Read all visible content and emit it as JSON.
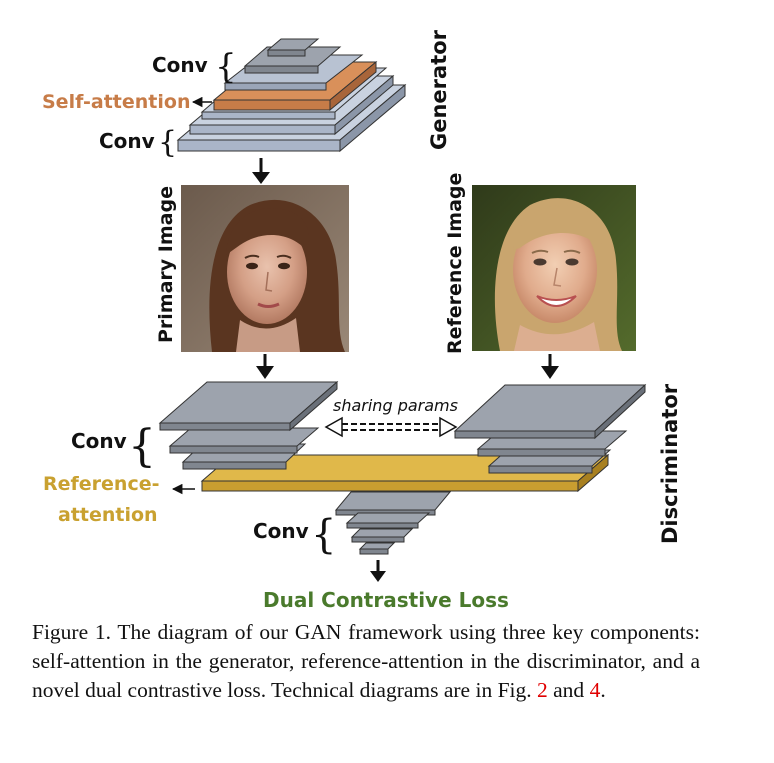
{
  "generator": {
    "conv_top": "Conv",
    "self_attention": "Self-attention",
    "conv_bottom": "Conv",
    "title": "Generator",
    "self_attention_color": "#c77c48"
  },
  "primary_image": {
    "label": "Primary Image"
  },
  "reference_image": {
    "label": "Reference Image"
  },
  "discriminator": {
    "conv_left": "Conv",
    "reference_attention_line1": "Reference-",
    "reference_attention_line2": "attention",
    "conv_bottom": "Conv",
    "title": "Discriminator",
    "sharing": "sharing params",
    "reference_attention_color": "#d4a838"
  },
  "loss": {
    "label": "Dual Contrastive Loss",
    "color": "#4a7a2c"
  },
  "caption": {
    "text_before": "Figure 1. The diagram of our GAN framework using three key components: self-attention in the generator, reference-attention in the discriminator, and a novel dual contrastive loss. Technical diagrams are in Fig.",
    "ref1": "2",
    "text_mid": "and",
    "ref2": "4",
    "text_after": "."
  }
}
